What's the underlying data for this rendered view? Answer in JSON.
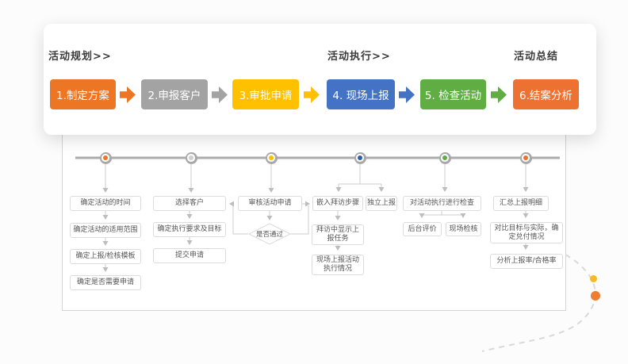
{
  "card": {
    "phases": [
      {
        "label": "活动规划>>"
      },
      {
        "label": "活动执行>>"
      },
      {
        "label": "活动总结"
      }
    ],
    "steps": [
      {
        "label": "1.制定方案",
        "color": "#ED7624"
      },
      {
        "label": "2.申报客户",
        "color": "#A3A3A3"
      },
      {
        "label": "3.审批申请",
        "color": "#FFC000"
      },
      {
        "label": "4. 现场上报",
        "color": "#4472C4"
      },
      {
        "label": "5. 检查活动",
        "color": "#5FAD43"
      },
      {
        "label": "6.结案分析",
        "color": "#ED7232"
      }
    ]
  },
  "flow": {
    "node_colors": [
      "#ED7624",
      "#CFCFCF",
      "#FFC000",
      "#2F5FAC",
      "#5FAD43",
      "#ED7232"
    ],
    "col1": {
      "b1": "确定活动的时间",
      "b2": "确定活动的适用范围",
      "b3": "确定上报/检核模板",
      "b4": "确定是否需要申请"
    },
    "col2": {
      "b1": "选择客户",
      "b2": "确定执行要求及目标",
      "b3": "提交申请"
    },
    "col3": {
      "b1": "审核活动申请",
      "decision": "是否通过"
    },
    "col4": {
      "b1": "嵌入拜访步骤",
      "b2": "独立上报",
      "b3": "拜访中显示上报任务",
      "b4": "现场上报活动执行情况"
    },
    "col5": {
      "b1": "对活动执行进行检查",
      "b2": "后台评价",
      "b3": "现场检核"
    },
    "col6": {
      "b1": "汇总上报明细",
      "b2": "对比目标与实际，确定兑付情况",
      "b3": "分析上报率/合格率"
    }
  },
  "decoration": {
    "dot_yellow": "#F7BA23",
    "dot_orange": "#ED7D31"
  }
}
